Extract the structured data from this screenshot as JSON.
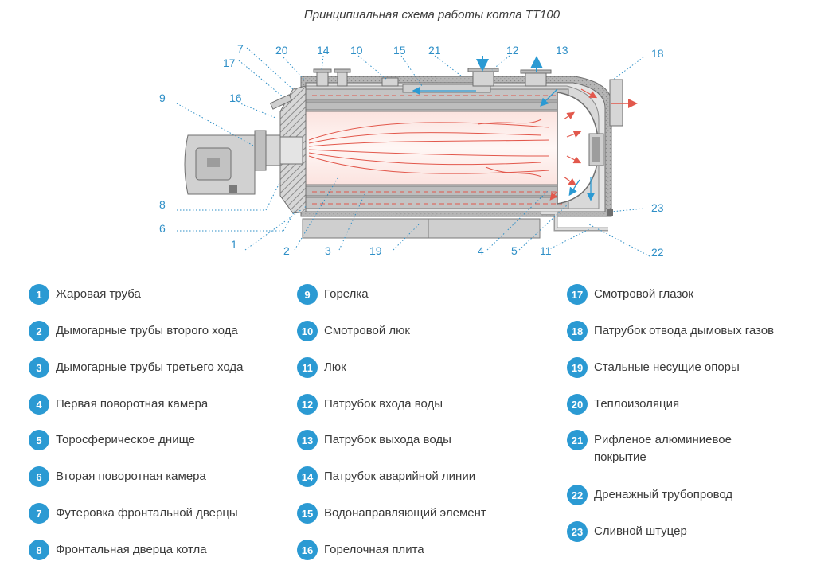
{
  "title": "Принципиальная схема работы котла ТТ100",
  "colors": {
    "accent": "#2b9ad3",
    "flame": "#e2584c",
    "flue_arrow": "#e2584c",
    "water_arrow": "#2b9ad3",
    "steel": "#c9c9c9",
    "insulation": "#b8b8b8"
  },
  "callouts": [
    "1",
    "2",
    "3",
    "4",
    "5",
    "6",
    "7",
    "8",
    "9",
    "10",
    "11",
    "12",
    "13",
    "14",
    "15",
    "16",
    "17",
    "18",
    "19",
    "20",
    "21",
    "22",
    "23"
  ],
  "legend": [
    {
      "num": "1",
      "text": "Жаровая труба"
    },
    {
      "num": "2",
      "text": "Дымогарные трубы второго хода"
    },
    {
      "num": "3",
      "text": "Дымогарные трубы третьего хода"
    },
    {
      "num": "4",
      "text": "Первая поворотная камера"
    },
    {
      "num": "5",
      "text": "Торосферическое днище"
    },
    {
      "num": "6",
      "text": "Вторая поворотная камера"
    },
    {
      "num": "7",
      "text": "Футеровка фронтальной дверцы"
    },
    {
      "num": "8",
      "text": "Фронтальная дверца котла"
    },
    {
      "num": "9",
      "text": "Горелка"
    },
    {
      "num": "10",
      "text": "Смотровой люк"
    },
    {
      "num": "11",
      "text": "Люк"
    },
    {
      "num": "12",
      "text": "Патрубок входа воды"
    },
    {
      "num": "13",
      "text": "Патрубок выхода воды"
    },
    {
      "num": "14",
      "text": "Патрубок аварийной линии"
    },
    {
      "num": "15",
      "text": "Водонаправляющий элемент"
    },
    {
      "num": "16",
      "text": "Горелочная плита"
    },
    {
      "num": "17",
      "text": "Смотровой глазок"
    },
    {
      "num": "18",
      "text": "Патрубок отвода дымовых газов"
    },
    {
      "num": "19",
      "text": "Стальные несущие опоры"
    },
    {
      "num": "20",
      "text": "Теплоизоляция"
    },
    {
      "num": "21",
      "text": "Рифленое алюминиевое покрытие"
    },
    {
      "num": "22",
      "text": "Дренажный трубопровод"
    },
    {
      "num": "23",
      "text": "Сливной штуцер"
    }
  ]
}
